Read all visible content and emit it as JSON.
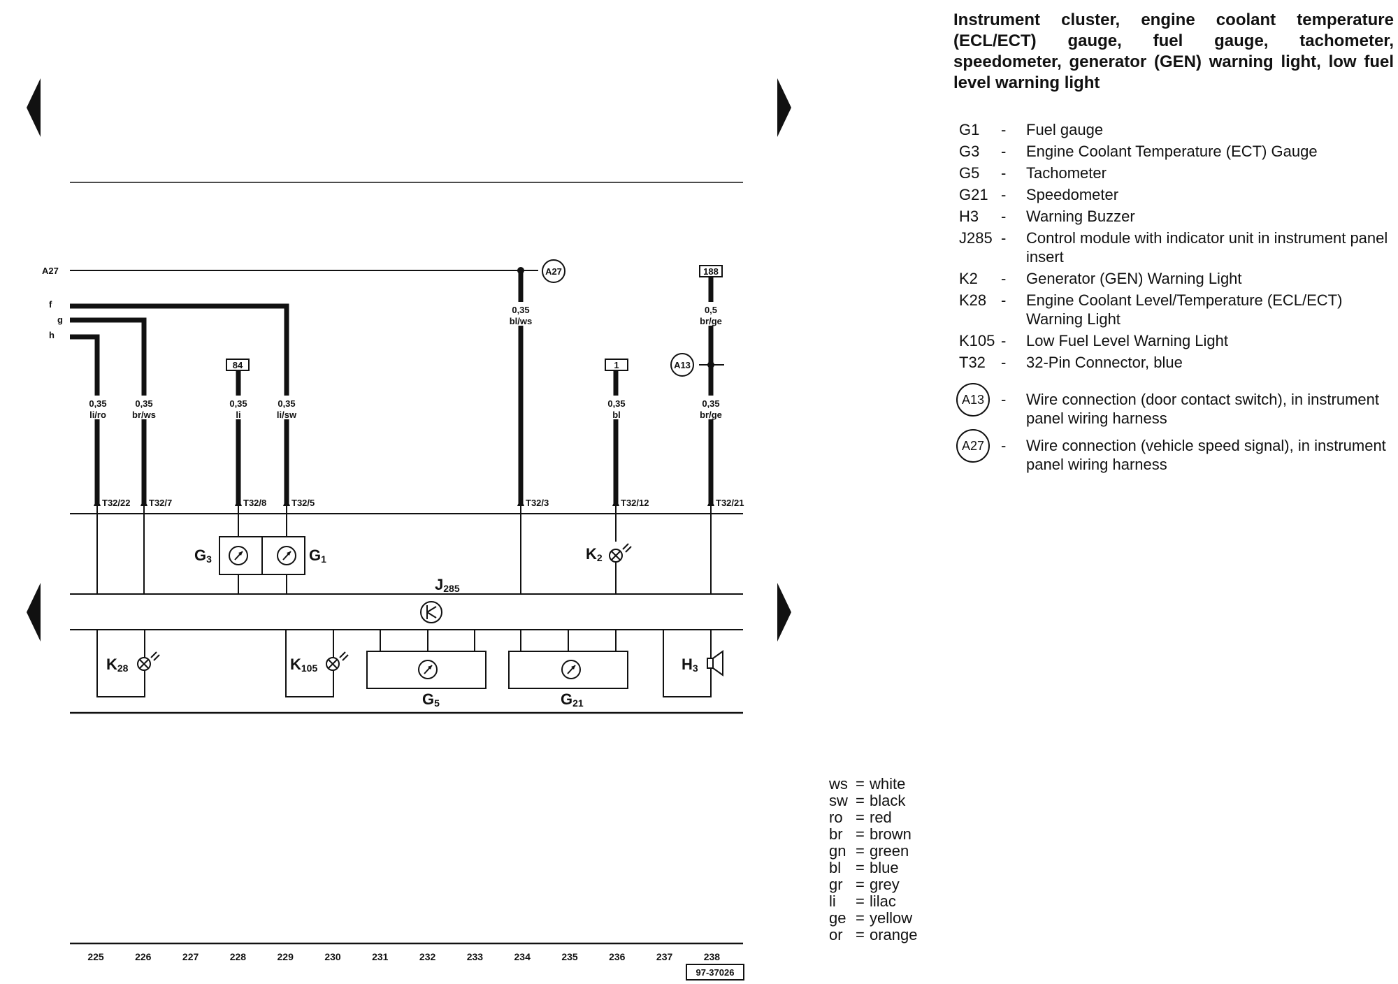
{
  "title": "Instrument cluster, engine coolant temperature (ECL/ECT) gauge, fuel gauge, tachometer, speedometer, generator (GEN) warning light, low fuel level warning light",
  "legend": [
    {
      "code": "G1",
      "desc": "Fuel gauge"
    },
    {
      "code": "G3",
      "desc": "Engine Coolant Temperature (ECT) Gauge"
    },
    {
      "code": "G5",
      "desc": "Tachometer"
    },
    {
      "code": "G21",
      "desc": "Speedometer"
    },
    {
      "code": "H3",
      "desc": "Warning Buzzer"
    },
    {
      "code": "J285",
      "desc": "Control module with indicator unit in instrument panel insert"
    },
    {
      "code": "K2",
      "desc": "Generator (GEN) Warning Light"
    },
    {
      "code": "K28",
      "desc": "Engine Coolant Level/Temperature (ECL/ECT) Warning Light"
    },
    {
      "code": "K105",
      "desc": "Low Fuel Level Warning Light"
    },
    {
      "code": "T32",
      "desc": "32-Pin Connector, blue"
    }
  ],
  "connections": [
    {
      "code": "A13",
      "desc": "Wire connection (door contact switch), in instrument panel wiring harness"
    },
    {
      "code": "A27",
      "desc": "Wire connection (vehicle speed signal), in instrument panel wiring harness"
    }
  ],
  "colors": [
    {
      "code": "ws",
      "name": "white"
    },
    {
      "code": "sw",
      "name": "black"
    },
    {
      "code": "ro",
      "name": "red"
    },
    {
      "code": "br",
      "name": "brown"
    },
    {
      "code": "gn",
      "name": "green"
    },
    {
      "code": "bl",
      "name": "blue"
    },
    {
      "code": "gr",
      "name": "grey"
    },
    {
      "code": "li",
      "name": "lilac"
    },
    {
      "code": "ge",
      "name": "yellow"
    },
    {
      "code": "or",
      "name": "orange"
    }
  ],
  "diagram": {
    "inputs": {
      "a27": "A27",
      "f": "f",
      "g": "g",
      "h": "h"
    },
    "wires": {
      "w225": {
        "size": "0,35",
        "color": "li/ro",
        "pin": "T32/22"
      },
      "w226": {
        "size": "0,35",
        "color": "br/ws",
        "pin": "T32/7"
      },
      "w228": {
        "size": "0,35",
        "color": "li",
        "pin": "T32/8",
        "ref": "84"
      },
      "w229": {
        "size": "0,35",
        "color": "li/sw",
        "pin": "T32/5"
      },
      "w234": {
        "size": "0,35",
        "color": "bl/ws",
        "pin": "T32/3"
      },
      "w236": {
        "size": "0,35",
        "color": "bl",
        "pin": "T32/12",
        "ref": "1"
      },
      "w238": {
        "size": "0,35",
        "color": "br/ge",
        "pin": "T32/21"
      },
      "w238top": {
        "size": "0,5",
        "color": "br/ge",
        "ref": "188"
      }
    },
    "conn_a27": "A27",
    "conn_a13": "A13",
    "components": {
      "g3": {
        "letter": "G",
        "sub": "3"
      },
      "g1": {
        "letter": "G",
        "sub": "1"
      },
      "k2": {
        "letter": "K",
        "sub": "2"
      },
      "j285": {
        "letter": "J",
        "sub": "285"
      },
      "k28": {
        "letter": "K",
        "sub": "28"
      },
      "k105": {
        "letter": "K",
        "sub": "105"
      },
      "g5": {
        "letter": "G",
        "sub": "5"
      },
      "g21": {
        "letter": "G",
        "sub": "21"
      },
      "h3": {
        "letter": "H",
        "sub": "3"
      }
    },
    "columns": [
      "225",
      "226",
      "227",
      "228",
      "229",
      "230",
      "231",
      "232",
      "233",
      "234",
      "235",
      "236",
      "237",
      "238"
    ],
    "doc_id": "97-37026"
  }
}
